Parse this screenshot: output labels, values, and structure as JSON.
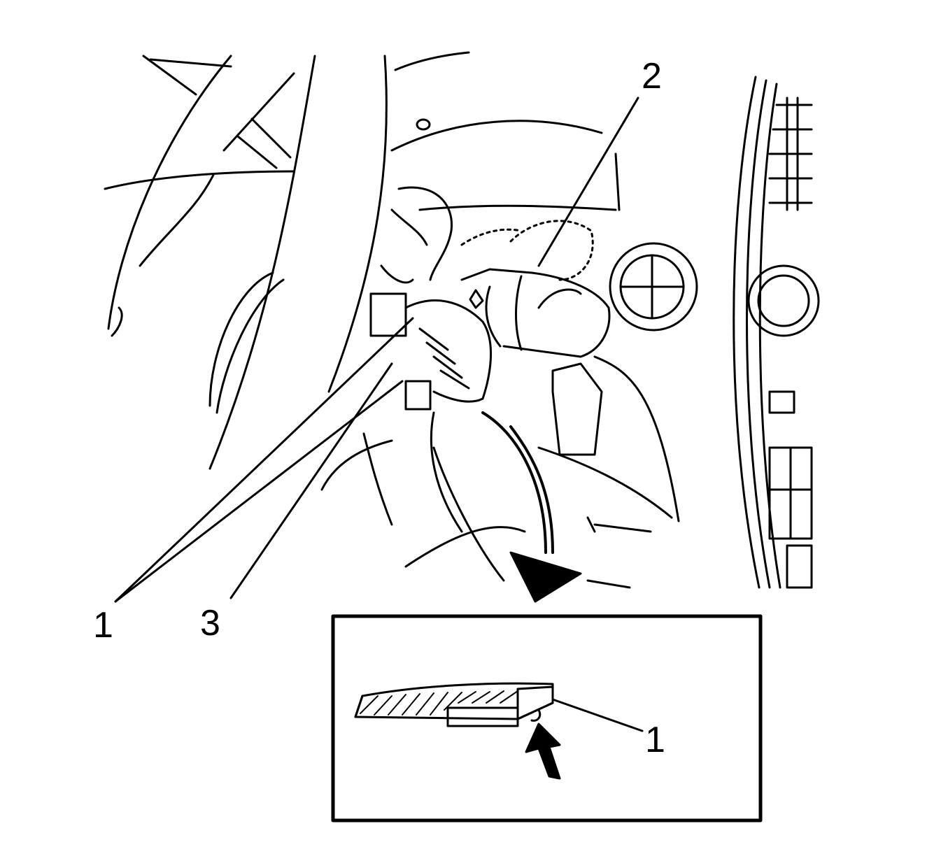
{
  "callouts": {
    "label_1_main": "1",
    "label_2": "2",
    "label_3": "3",
    "label_1_inset": "1"
  }
}
